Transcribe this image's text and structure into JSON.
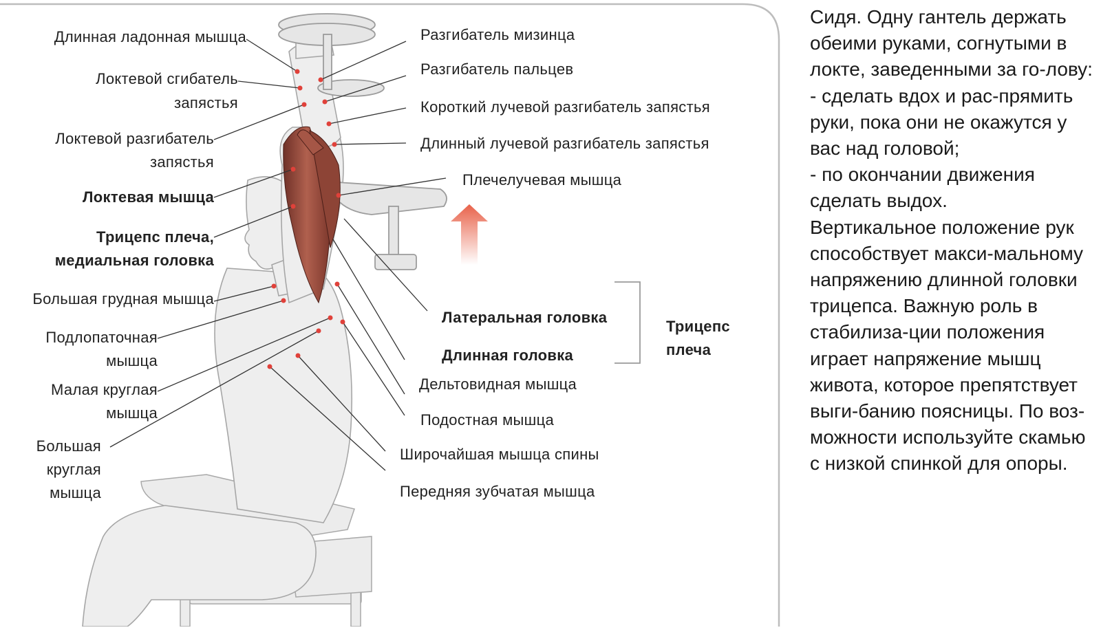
{
  "labels": {
    "long_palmar": "Длинная ладонная мышца",
    "ulnar_flexor_1": "Локтевой сгибатель",
    "ulnar_flexor_2": "запястья",
    "ulnar_extensor_1": "Локтевой разгибатель",
    "ulnar_extensor_2": "запястья",
    "anconeus": "Локтевая мышца",
    "triceps_medial_1": "Трицепс плеча,",
    "triceps_medial_2": "медиальная головка",
    "pectoralis_major": "Большая грудная мышца",
    "subscapularis_1": "Подлопаточная",
    "subscapularis_2": "мышца",
    "teres_minor_1": "Малая круглая",
    "teres_minor_2": "мышца",
    "teres_major_1": "Большая",
    "teres_major_2": "круглая",
    "teres_major_3": "мышца",
    "ext_digiti_minimi": "Разгибатель мизинца",
    "ext_digitorum": "Разгибатель пальцев",
    "ext_carpi_brevis": "Короткий лучевой разгибатель запястья",
    "ext_carpi_longus": "Длинный лучевой разгибатель запястья",
    "brachioradialis": "Плечелучевая мышца",
    "lateral_head": "Латеральная головка",
    "long_head": "Длинная головка",
    "triceps_group_1": "Трицепс",
    "triceps_group_2": "плеча",
    "deltoid": "Дельтовидная мышца",
    "infraspinatus": "Подостная мышца",
    "latissimus": "Широчайшая мышца спины",
    "serratus": "Передняя зубчатая мышца"
  },
  "description": [
    "Сидя. Одну гантель держать обеими руками, согнутыми в локте, заведенными за го-лову:",
    "-   сделать вдох и рас-прямить руки, пока они не окажутся у вас над головой;",
    "-   по окончании движения сделать выдох.",
    "Вертикальное положение рук способствует макси-мальному напряжению длинной головки трицепса. Важную роль в стабилиза-ции положения играет напряжение мышц живота, которое препятствует выги-банию поясницы. По воз-можности используйте скамью с низкой спинкой для опоры."
  ],
  "colors": {
    "muscle": "#9a4a3c",
    "arrow": "#e8624a",
    "leader": "#333333",
    "frame": "#bdbdbd"
  }
}
